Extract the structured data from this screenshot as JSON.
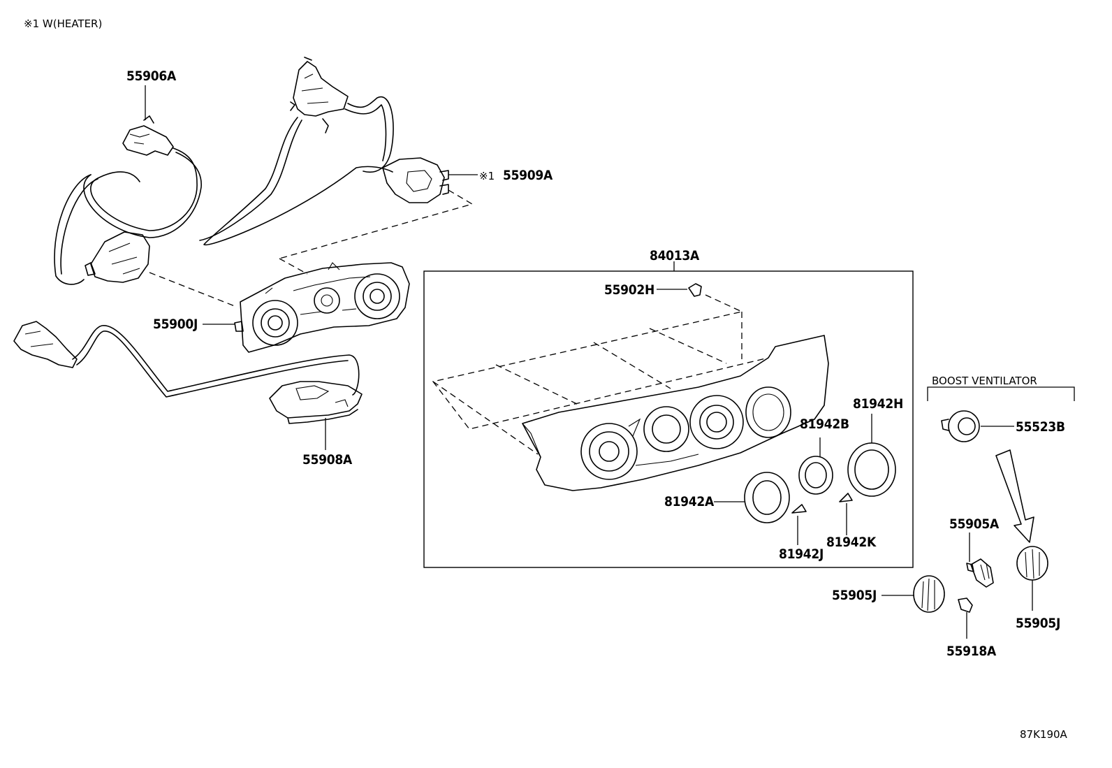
{
  "note": "※1 W(HEATER)",
  "figure_code": "87K190A",
  "group_label": "84013A",
  "boost_ventilator_label": "BOOST VENTILATOR",
  "mark": "※1",
  "parts": {
    "p55906A": "55906A",
    "p55909A": "55909A",
    "p55900J": "55900J",
    "p55908A": "55908A",
    "p55902H": "55902H",
    "p81942A": "81942A",
    "p81942B": "81942B",
    "p81942H": "81942H",
    "p81942J": "81942J",
    "p81942K": "81942K",
    "p55523B": "55523B",
    "p55905A": "55905A",
    "p55905J_left": "55905J",
    "p55905J_right": "55905J",
    "p55918A": "55918A"
  }
}
